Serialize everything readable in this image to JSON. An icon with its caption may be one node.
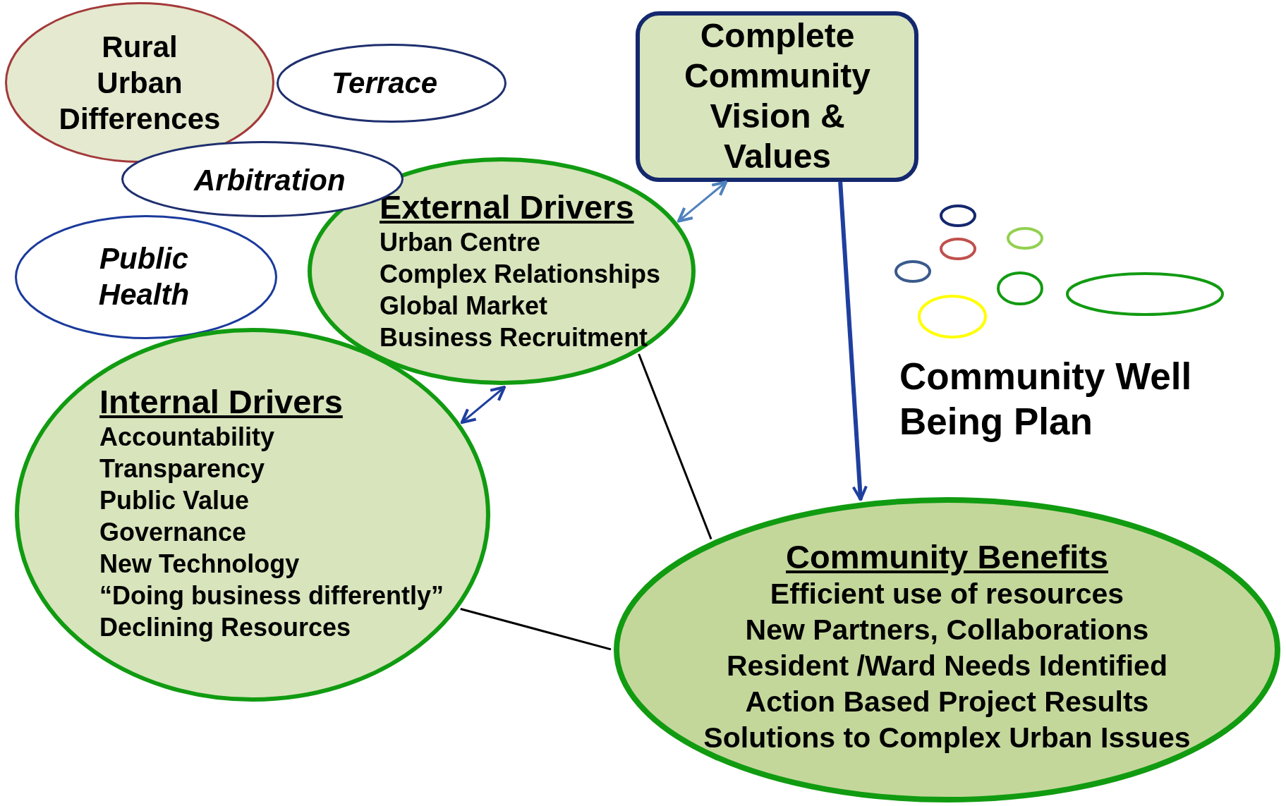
{
  "diagram": {
    "nodes": [
      {
        "text": [
          "Rural Urban Differences"
        ]
      },
      {
        "text": [
          "Terrace"
        ]
      },
      {
        "text": [
          "Arbitration"
        ]
      },
      {
        "text": [
          "Public Health"
        ]
      },
      {
        "text": [
          "Complete Community Vision & Values"
        ]
      },
      {
        "text": [
          "External Drivers",
          "Urban Centre",
          "Complex Relationships",
          "Global Market",
          "Business Recruitment"
        ]
      },
      {
        "text": [
          "Internal Drivers",
          "Accountability",
          "Transparency",
          "Public Value",
          "Governance",
          "New Technology",
          "“Doing business differently”",
          "Declining Resources"
        ]
      },
      {
        "text": [
          "Community Benefits",
          "Efficient use of resources",
          "New Partners, Collaborations",
          "Resident /Ward Needs Identified",
          "Action Based Project Results",
          "Solutions to Complex Urban Issues"
        ]
      },
      {
        "text": [],
        "shape": "circle"
      },
      {
        "text": [],
        "shape": "circle"
      },
      {
        "text": [],
        "shape": "circle"
      },
      {
        "text": [],
        "shape": "circle"
      },
      {
        "text": [],
        "shape": "circle"
      },
      {
        "text": [],
        "shape": "circle"
      },
      {
        "text": [],
        "shape": "circle"
      }
    ],
    "edges": [
      {
        "from": 4,
        "to": 5,
        "arrow": "both",
        "color": "#4f81bd"
      },
      {
        "from": 5,
        "to": 6,
        "arrow": "both",
        "color": "#1f3f9f"
      },
      {
        "from": 4,
        "to": 7,
        "arrow": "to",
        "style": "thick",
        "color": "#1f3f9f"
      },
      {
        "from": 5,
        "to": 7,
        "arrow": "none",
        "color": "#000000"
      },
      {
        "from": 6,
        "to": 7,
        "arrow": "none",
        "color": "#000000"
      }
    ],
    "labels": [
      "Community Well Being Plan"
    ]
  }
}
